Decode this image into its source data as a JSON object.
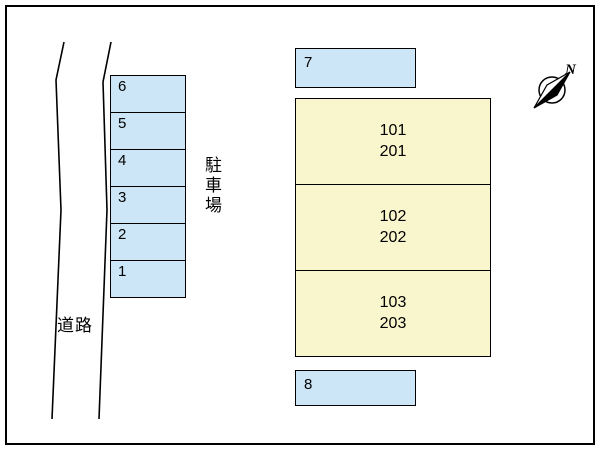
{
  "diagram": {
    "road": {
      "label": "道路"
    },
    "parking": {
      "label": "駐車場",
      "spaces": [
        "6",
        "5",
        "4",
        "3",
        "2",
        "1"
      ]
    },
    "outdoor_spaces": {
      "space7": "7",
      "space8": "8"
    },
    "building": {
      "units": [
        {
          "line1": "101",
          "line2": "201"
        },
        {
          "line1": "102",
          "line2": "202"
        },
        {
          "line1": "103",
          "line2": "203"
        }
      ]
    },
    "compass": {
      "label": "N"
    },
    "colors": {
      "parking_fill": "#cce6f7",
      "building_fill": "#f9f5cd",
      "line_color": "#000000",
      "background": "#ffffff"
    }
  }
}
